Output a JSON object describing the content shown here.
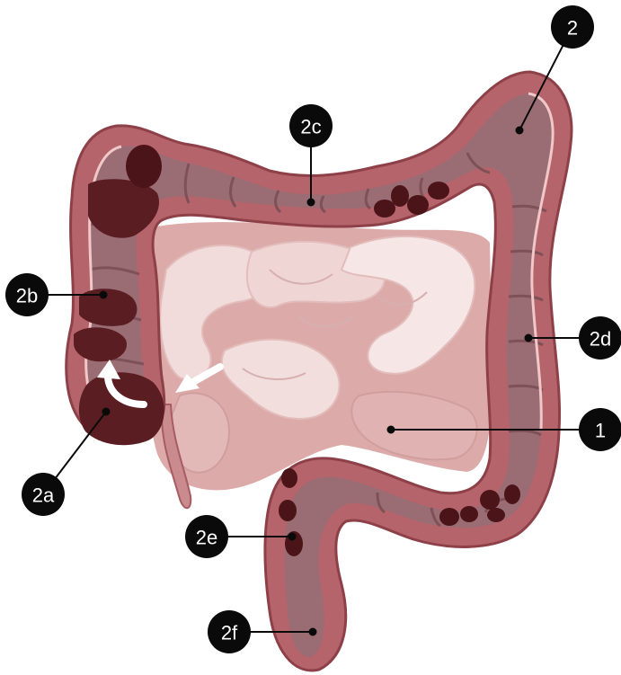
{
  "labels": {
    "small_intestine": "1",
    "colon": "2",
    "cecum": "2a",
    "ascending_colon": "2b",
    "transverse_colon": "2c",
    "descending_colon": "2d",
    "sigmoid_colon": "2e",
    "rectum": "2f"
  },
  "colors": {
    "outer_wall": "#b5646b",
    "outer_wall_dark": "#8e4048",
    "lumen": "#9a6c74",
    "lumen_highlight": "#f0c8c8",
    "stool": "#5a1e22",
    "stool_dark": "#3e1215",
    "small_intestine_light": "#f3dedd",
    "small_intestine_mid": "#e6c1c0",
    "small_intestine_back": "#d6a3a3",
    "badge": "#0a0a0a",
    "badge_text": "#ffffff",
    "arrow": "#ffffff"
  }
}
